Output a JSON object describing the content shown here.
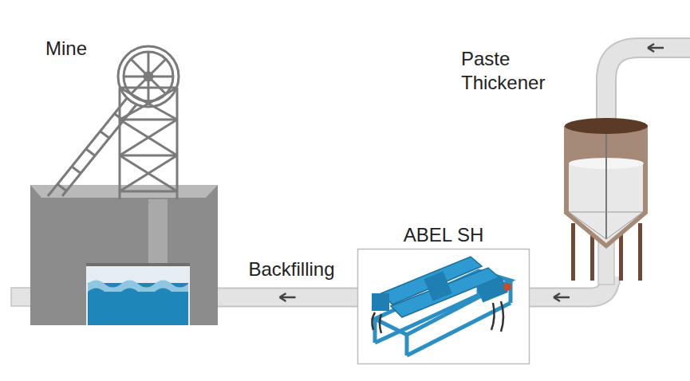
{
  "diagram": {
    "nodes": [
      {
        "text": [
          "Mine"
        ]
      },
      {
        "text": [
          "Paste Thickener"
        ]
      },
      {
        "text": [
          "ABEL SH"
        ]
      }
    ],
    "edges": [
      {
        "from": 1,
        "to": 2,
        "arrow": "to"
      },
      {
        "from": 2,
        "to": 0,
        "label": "Backfilling",
        "arrow": "to"
      }
    ]
  }
}
